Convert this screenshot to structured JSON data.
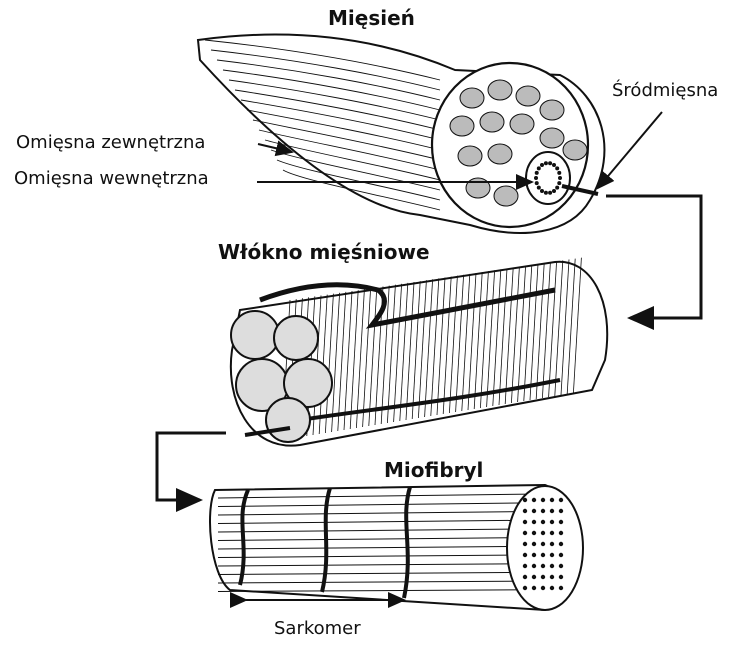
{
  "labels": {
    "muscle": "Mięsień",
    "endomysium_mid": "Śródmięsna",
    "epimysium": "Omięsna zewnętrzna",
    "perimysium": "Omięsna wewnętrzna",
    "fiber": "Włókno mięśniowe",
    "myofibril": "Miofibryl",
    "sarcomere": "Sarkomer"
  },
  "colors": {
    "ink": "#111111",
    "fill": "#ffffff"
  }
}
